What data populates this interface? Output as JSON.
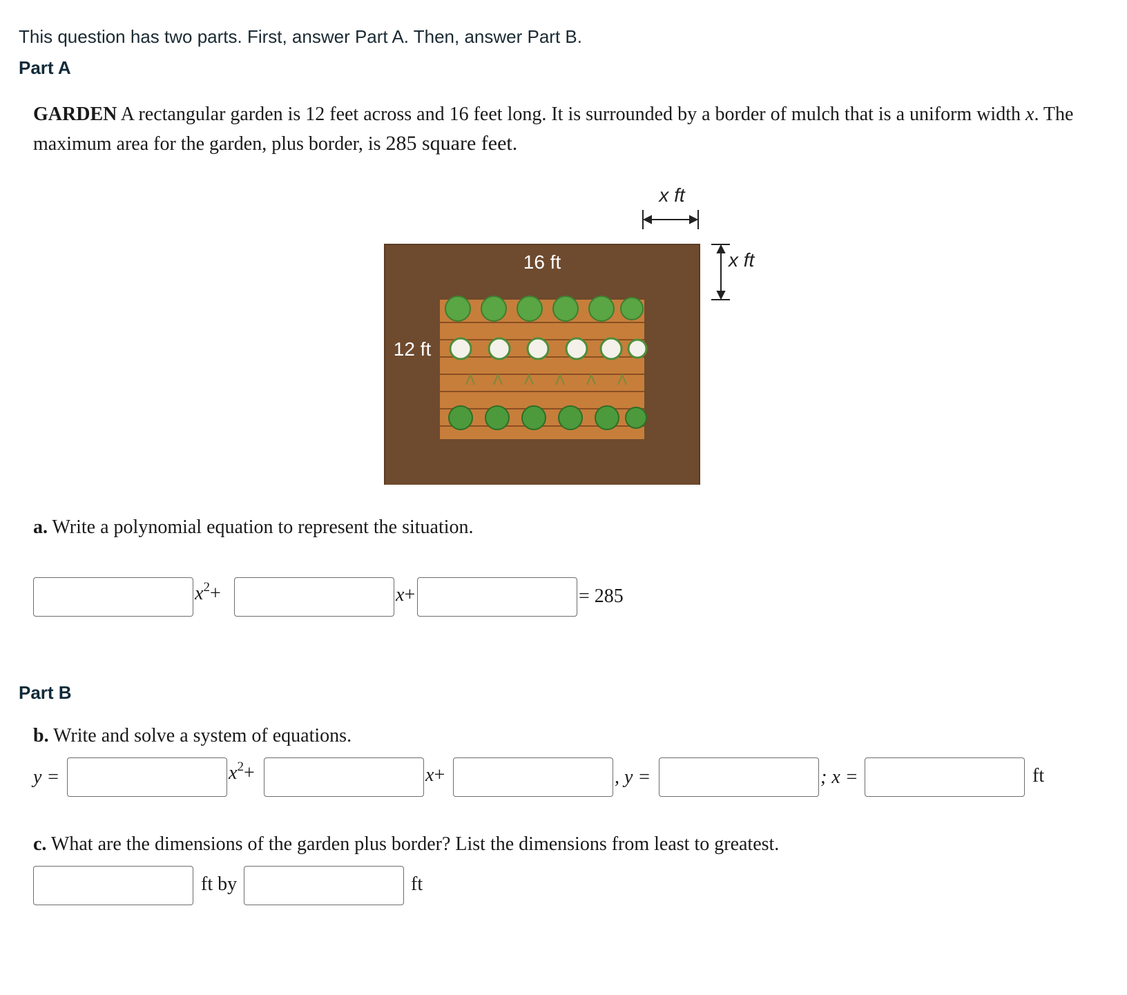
{
  "intro": "This question has two parts. First, answer Part A. Then, answer Part B.",
  "part_a": {
    "heading": "Part A",
    "keyword": "GARDEN",
    "problem_line1": " A rectangular garden is 12 feet across and 16 feet long. It is surrounded by a border of mulch that is a uniform width ",
    "problem_var": "x",
    "problem_line1_end": ". The",
    "problem_line2a": "maximum area for the garden, plus border, is ",
    "problem_num": "285",
    "problem_unit": " square feet.",
    "figure": {
      "label_16": "16 ft",
      "label_12": "12 ft",
      "label_x_top": "x ft",
      "label_x_right": "x ft",
      "mulch_color": "#6e4a2e",
      "garden_color": "#c77e3b",
      "leaf_color": "#5aa544",
      "cauliflower_color": "#f4f1ea"
    },
    "question_a_letter": "a.",
    "question_a_text": " Write a polynomial equation to represent the situation.",
    "eq": {
      "x2": "x",
      "sq": "2",
      "plus1": "+",
      "x1": "x",
      "plus2": "+",
      "equals": "= 285",
      "inputs": [
        "",
        "",
        ""
      ]
    }
  },
  "part_b": {
    "heading": "Part B",
    "question_b_letter": "b.",
    "question_b_text": " Write and solve a system of equations.",
    "sys": {
      "y_eq": "y =",
      "x2": "x",
      "sq": "2",
      "plus1": "+",
      "x1": "x",
      "plus2": "+",
      "comma_y": ", y =",
      "semi_x": "; x =",
      "unit": "ft",
      "inputs": [
        "",
        "",
        "",
        "",
        ""
      ]
    },
    "question_c_letter": "c.",
    "question_c_text": " What are the dimensions of the garden plus border? List the dimensions from least to greatest.",
    "dims": {
      "ft_by": "ft by",
      "ft": "ft",
      "inputs": [
        "",
        ""
      ]
    }
  }
}
